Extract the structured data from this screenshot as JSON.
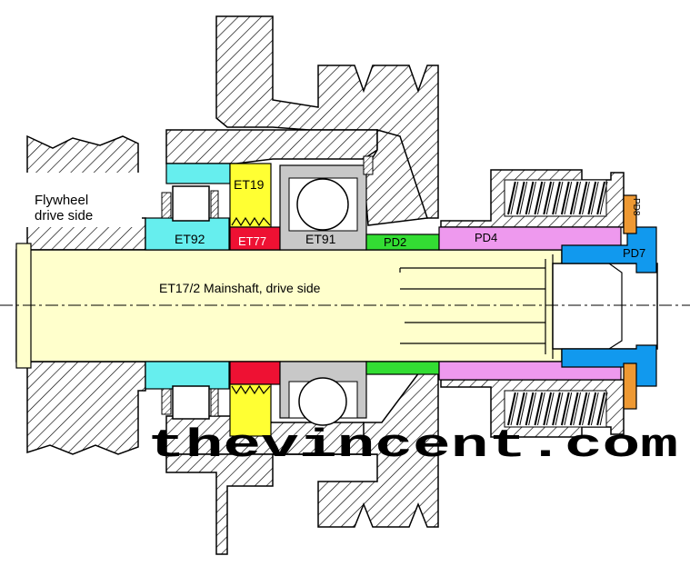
{
  "labels": {
    "flywheel": [
      "Flywheel",
      "drive side"
    ],
    "et19": "ET19",
    "et92": "ET92",
    "et77": "ET77",
    "et91": "ET91",
    "pd2": "PD2",
    "pd4": "PD4",
    "pd8": "PD8",
    "pd7": "PD7",
    "mainshaft": "ET17/2 Mainshaft, drive side"
  },
  "watermark": "thevincent.com",
  "colors": {
    "cyan": "#66eeee",
    "yellow": "#ffff33",
    "red": "#ee1133",
    "gray": "#c8c8c8",
    "green": "#33dd33",
    "pink": "#ee99ee",
    "blue": "#1199ee",
    "orange": "#ee9933",
    "shaft": "#ffffcc"
  }
}
